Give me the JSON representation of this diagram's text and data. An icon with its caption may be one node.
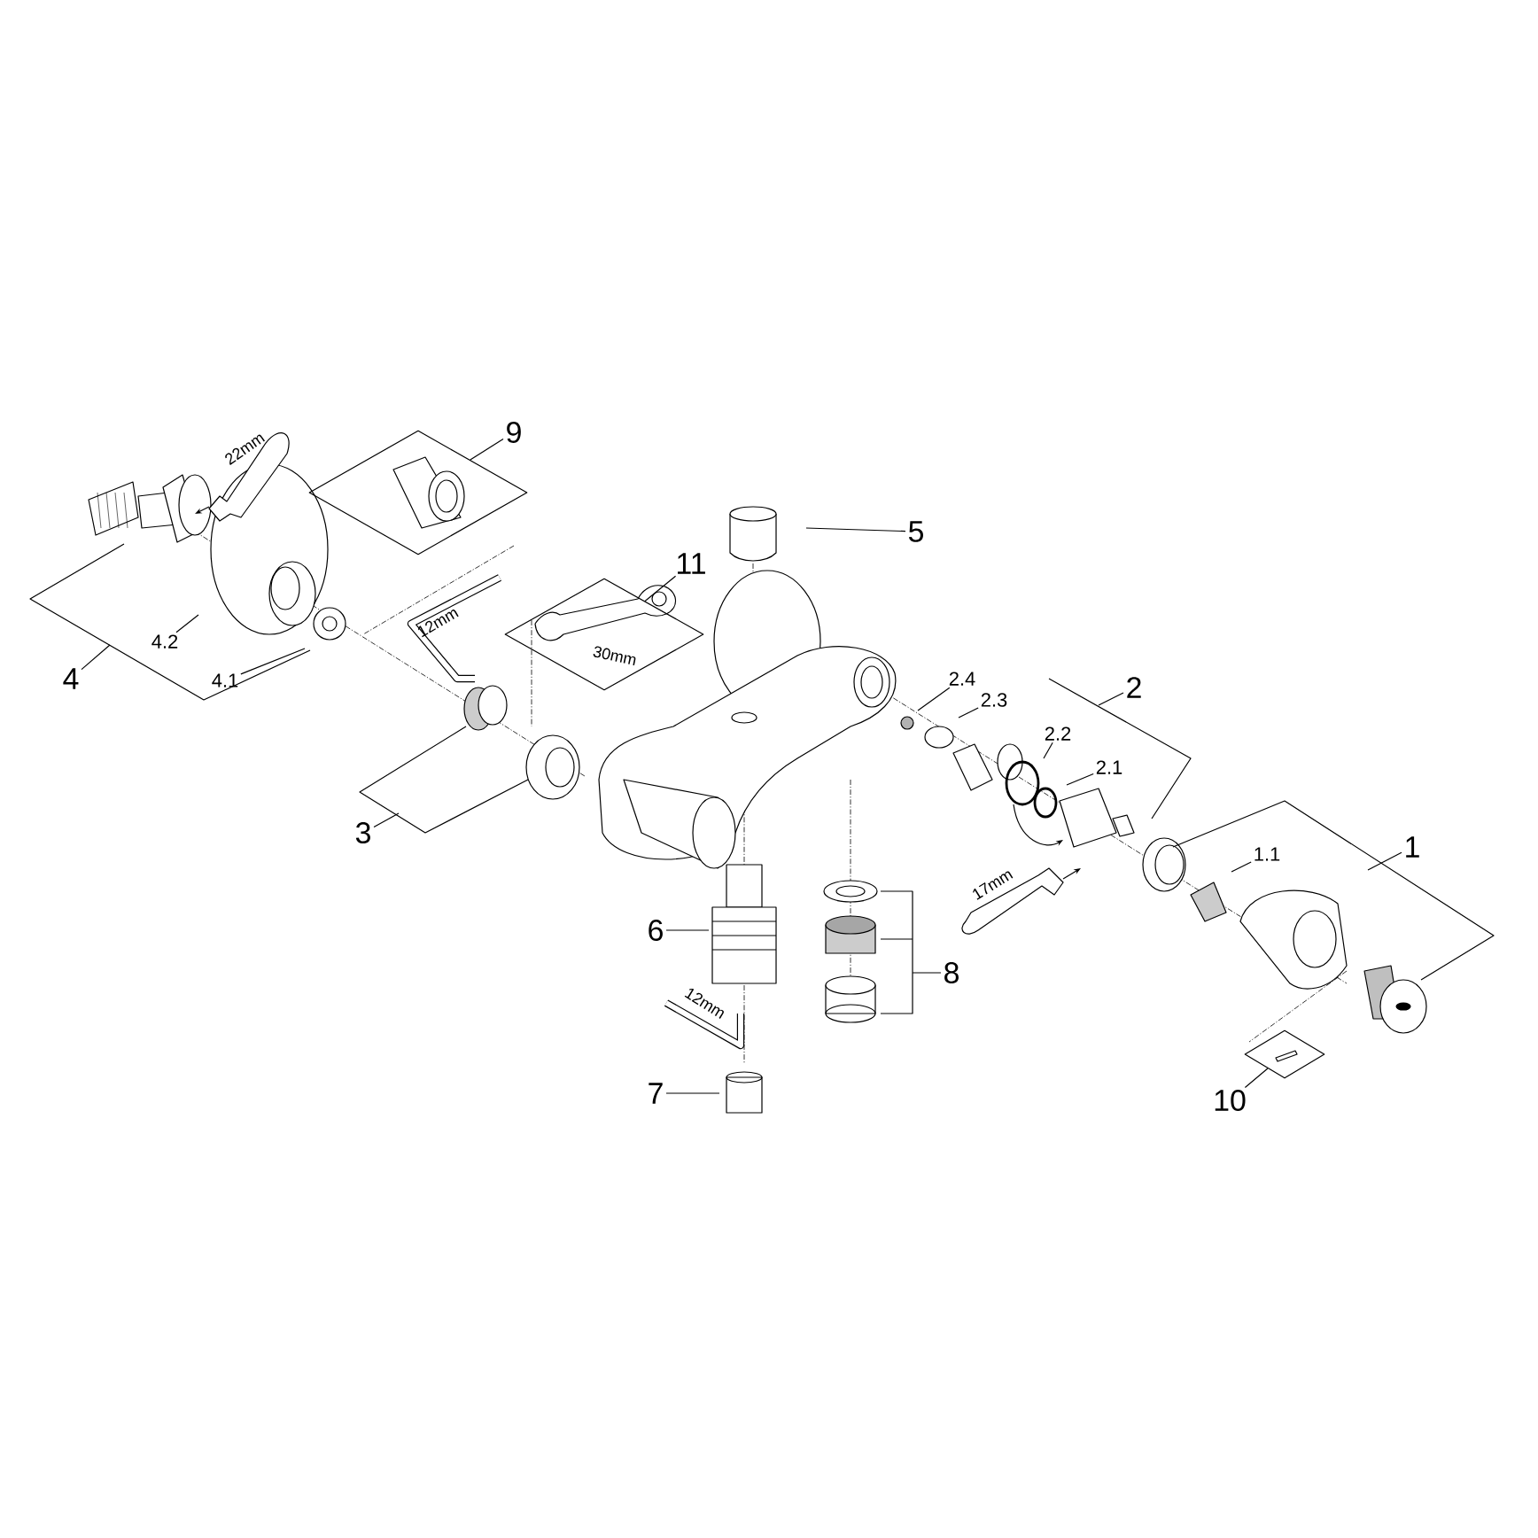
{
  "diagram": {
    "nodes": [
      {
        "text": [
          "9"
        ]
      },
      {
        "text": [
          "5"
        ]
      },
      {
        "text": [
          "11"
        ]
      },
      {
        "text": [
          "4"
        ]
      },
      {
        "text": [
          "4.2"
        ]
      },
      {
        "text": [
          "4.1"
        ]
      },
      {
        "text": [
          "2.4"
        ]
      },
      {
        "text": [
          "2.3"
        ]
      },
      {
        "text": [
          "2"
        ]
      },
      {
        "text": [
          "2.2"
        ]
      },
      {
        "text": [
          "2.1"
        ]
      },
      {
        "text": [
          "3"
        ]
      },
      {
        "text": [
          "1.1"
        ]
      },
      {
        "text": [
          "1"
        ]
      },
      {
        "text": [
          "6"
        ]
      },
      {
        "text": [
          "8"
        ]
      },
      {
        "text": [
          "7"
        ]
      },
      {
        "text": [
          "10"
        ]
      },
      {
        "text": [],
        "shape": "diamond"
      },
      {
        "text": [],
        "shape": "diamond"
      },
      {
        "text": [],
        "shape": "diamond"
      }
    ],
    "edges": [
      {
        "from": 0,
        "to": 18,
        "arrow": "none"
      },
      {
        "from": 1,
        "to": null,
        "arrow": "none"
      },
      {
        "from": 2,
        "to": 20,
        "arrow": "none"
      },
      {
        "from": 3,
        "to": null,
        "arrow": "none"
      },
      {
        "from": 4,
        "to": null,
        "arrow": "none"
      },
      {
        "from": 5,
        "to": null,
        "arrow": "none"
      },
      {
        "from": 6,
        "to": null,
        "arrow": "none"
      },
      {
        "from": 7,
        "to": null,
        "arrow": "none"
      },
      {
        "from": 8,
        "to": null,
        "arrow": "none"
      },
      {
        "from": 9,
        "to": null,
        "arrow": "none"
      },
      {
        "from": 10,
        "to": null,
        "arrow": "none"
      },
      {
        "from": 11,
        "to": null,
        "arrow": "none"
      },
      {
        "from": 12,
        "to": null,
        "arrow": "none"
      },
      {
        "from": 13,
        "to": null,
        "arrow": "none"
      },
      {
        "from": 14,
        "to": null,
        "arrow": "none"
      },
      {
        "from": 15,
        "to": null,
        "arrow": "none"
      },
      {
        "from": 16,
        "to": null,
        "arrow": "none"
      },
      {
        "from": 17,
        "to": 19,
        "arrow": "none"
      }
    ],
    "labels": [
      "22mm",
      "12mm",
      "30mm",
      "17mm",
      "12mm"
    ]
  }
}
